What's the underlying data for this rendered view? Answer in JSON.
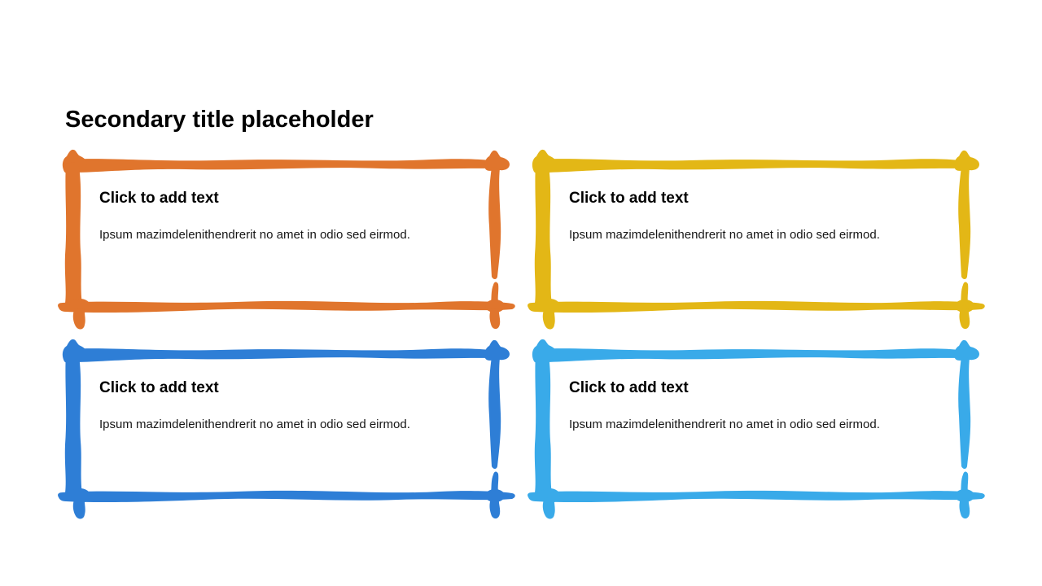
{
  "slide": {
    "title": "Secondary title placeholder",
    "background_color": "#ffffff",
    "title_color": "#000000",
    "boxes": [
      {
        "name": "orange",
        "color": "#E0752D",
        "heading": "Click to add text",
        "body": "Ipsum mazimdelenithendrerit no amet in odio sed eirmod."
      },
      {
        "name": "gold",
        "color": "#E3B716",
        "heading": "Click to add text",
        "body": "Ipsum mazimdelenithendrerit no amet in odio sed eirmod."
      },
      {
        "name": "blue",
        "color": "#2E7ED6",
        "heading": "Click to add text",
        "body": "Ipsum mazimdelenithendrerit no amet in odio sed eirmod."
      },
      {
        "name": "light-blue",
        "color": "#39AAE9",
        "heading": "Click to add text",
        "body": "Ipsum mazimdelenithendrerit no amet in odio sed eirmod."
      }
    ]
  }
}
